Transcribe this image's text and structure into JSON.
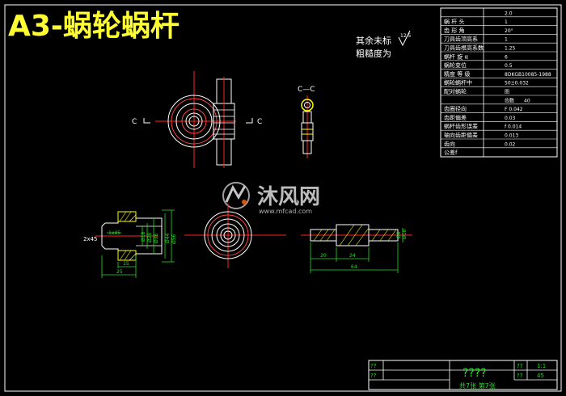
{
  "title": "A3-蜗轮蜗杆",
  "note": {
    "line1": "其余未标",
    "line2": "粗糙度为",
    "symbol_value": "12.5"
  },
  "section_label": "C—C",
  "section_marks": [
    "C",
    "C"
  ],
  "params": [
    {
      "label": "",
      "value": "2.0"
    },
    {
      "label": "蜗 杆 头",
      "value": "1"
    },
    {
      "label": "齿 形 角",
      "value": "20°"
    },
    {
      "label": "刀具齿顶高系",
      "value": "1"
    },
    {
      "label": "刀具齿根高系数",
      "value": "1.25"
    },
    {
      "label": "蜗杆 旋 α",
      "value": "6"
    },
    {
      "label": "蜗轮变位",
      "value": "0.5"
    },
    {
      "label": "精度 等 级",
      "value": "8DKGB10085-1988"
    },
    {
      "label": "蜗轮蜗杆中",
      "value": "50±0.032"
    },
    {
      "label": "配对蜗轮",
      "value": "图"
    },
    {
      "label": "",
      "value": "齿数",
      "extra": "40"
    },
    {
      "label": "齿圈径向",
      "value": "F  0.042"
    },
    {
      "label": "齿距偏差",
      "value": "0.03"
    },
    {
      "label": "蜗杆齿形误差",
      "value": "f 0.014"
    },
    {
      "label": "轴向齿距偏差",
      "value": "0.013"
    },
    {
      "label": "齿向",
      "value": "0.02"
    },
    {
      "label": "公差f",
      "value": ""
    }
  ],
  "dims": {
    "shaft_left": [
      "1x45",
      "2x45",
      "15",
      "25"
    ],
    "shaft_left_vertical": [
      "Ø18",
      "Ø20",
      "Ø36",
      "Ø44",
      "Ø56"
    ],
    "shaft_right": [
      "20",
      "24",
      "64"
    ],
    "shaft_right_vertical": [
      "Ø8",
      "Ø18"
    ]
  },
  "titleblock": {
    "name": "????",
    "sheet": "共7张 第7张",
    "scale_label": "??",
    "scale_value": "1:1",
    "material_label": "??",
    "material_value": "45",
    "qmarks": [
      "??",
      "??",
      "??",
      "??"
    ]
  },
  "watermark": {
    "brand": "沐风网",
    "url": "www.mfcad.com"
  },
  "colors": {
    "background": "#000000",
    "outline": "#ffffff",
    "dim": "#22dd22",
    "center": "#ff2222",
    "hatch": "#ffff00",
    "title": "#ffff33"
  }
}
